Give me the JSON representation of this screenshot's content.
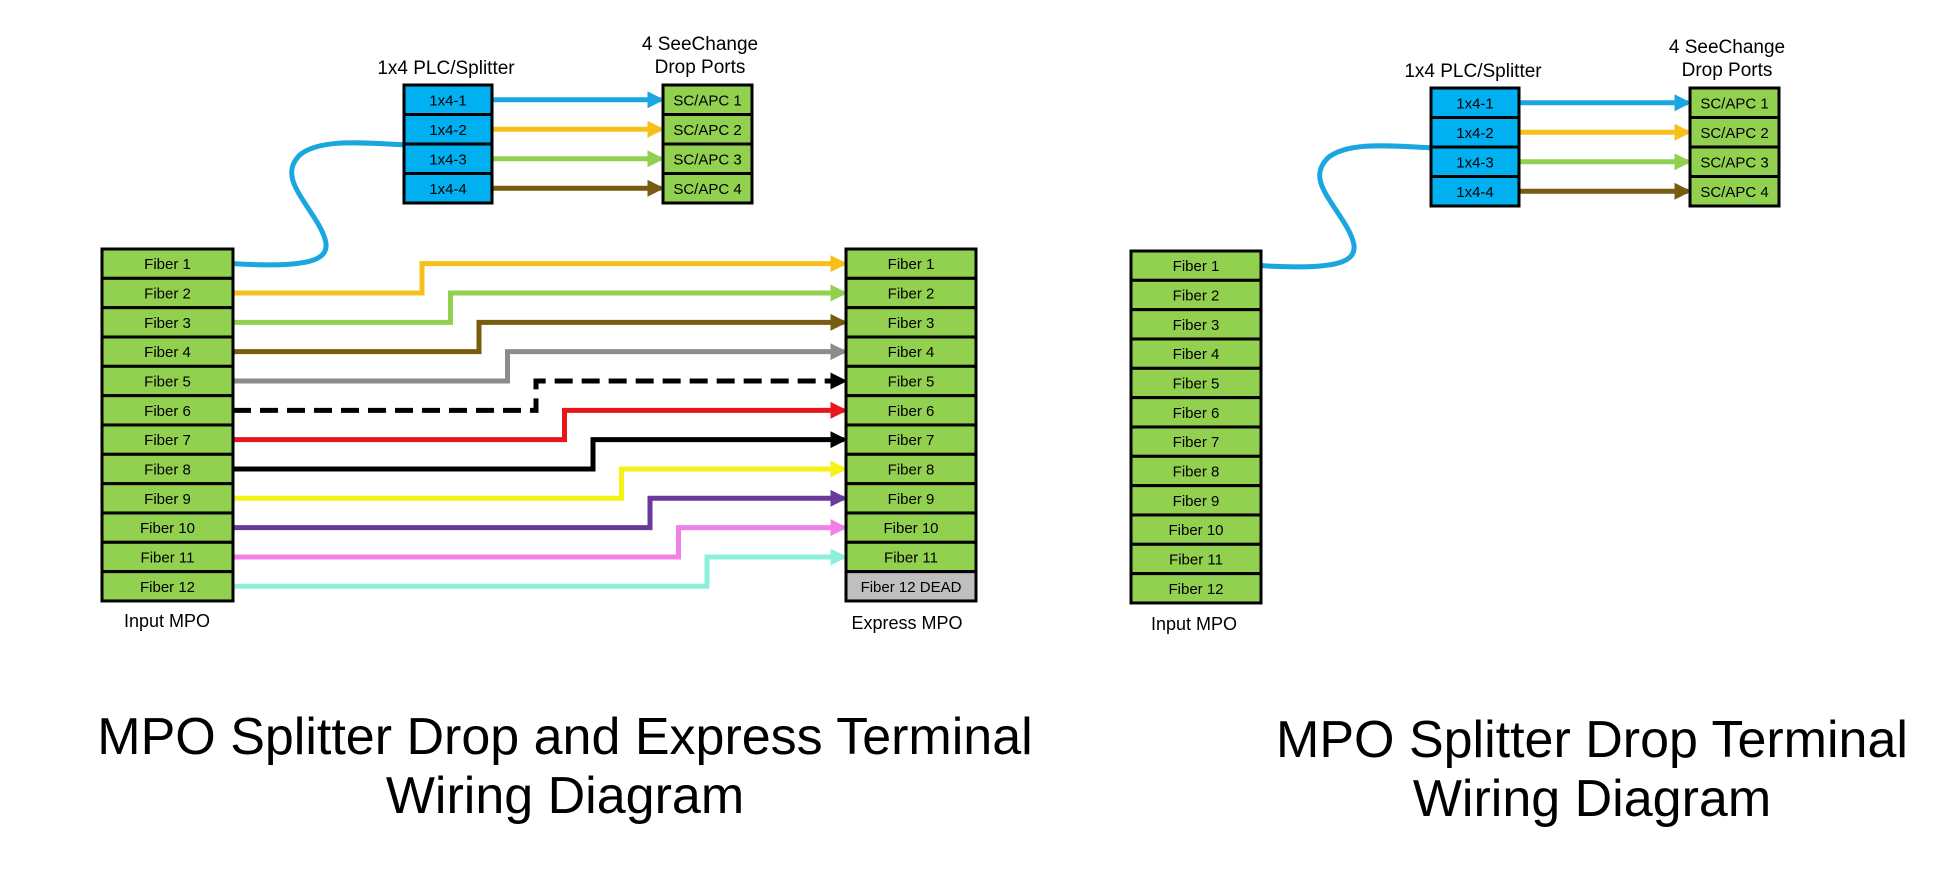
{
  "colors": {
    "fiber_green": "#92d050",
    "splitter_blue": "#00b0f0",
    "dead_gray": "#bfbfbf",
    "wire_blue": "#1aa7e0",
    "wire_yellow": "#f5c01a",
    "wire_lightgreen": "#92d050",
    "wire_brown": "#7a5c10",
    "wire_gray": "#8c8c8c",
    "wire_black": "#000000",
    "wire_red": "#e8161b",
    "wire_lemon": "#f7f215",
    "wire_purple": "#6a3a9a",
    "wire_pink": "#f080e8",
    "wire_aqua": "#8cf0d8"
  },
  "left_diagram": {
    "splitter_header": "1x4 PLC/Splitter",
    "drop_header_line1": "4 SeeChange",
    "drop_header_line2": "Drop Ports",
    "splitter_ports": [
      "1x4-1",
      "1x4-2",
      "1x4-3",
      "1x4-4"
    ],
    "drop_ports": [
      "SC/APC 1",
      "SC/APC 2",
      "SC/APC 3",
      "SC/APC 4"
    ],
    "input_fibers": [
      "Fiber 1",
      "Fiber 2",
      "Fiber 3",
      "Fiber 4",
      "Fiber 5",
      "Fiber 6",
      "Fiber 7",
      "Fiber 8",
      "Fiber 9",
      "Fiber 10",
      "Fiber 11",
      "Fiber 12"
    ],
    "express_fibers": [
      "Fiber 1",
      "Fiber 2",
      "Fiber 3",
      "Fiber 4",
      "Fiber 5",
      "Fiber 6",
      "Fiber 7",
      "Fiber 8",
      "Fiber 9",
      "Fiber 10",
      "Fiber 11",
      "Fiber 12 DEAD"
    ],
    "input_caption": "Input MPO",
    "express_caption": "Express MPO",
    "title_line1": "MPO Splitter Drop and Express Terminal",
    "title_line2": "Wiring Diagram"
  },
  "right_diagram": {
    "splitter_header": "1x4 PLC/Splitter",
    "drop_header_line1": "4 SeeChange",
    "drop_header_line2": "Drop Ports",
    "splitter_ports": [
      "1x4-1",
      "1x4-2",
      "1x4-3",
      "1x4-4"
    ],
    "drop_ports": [
      "SC/APC 1",
      "SC/APC 2",
      "SC/APC 3",
      "SC/APC 4"
    ],
    "input_fibers": [
      "Fiber 1",
      "Fiber 2",
      "Fiber 3",
      "Fiber 4",
      "Fiber 5",
      "Fiber 6",
      "Fiber 7",
      "Fiber 8",
      "Fiber 9",
      "Fiber 10",
      "Fiber 11",
      "Fiber 12"
    ],
    "input_caption": "Input MPO",
    "title_line1": "MPO Splitter Drop Terminal",
    "title_line2": "Wiring Diagram"
  }
}
